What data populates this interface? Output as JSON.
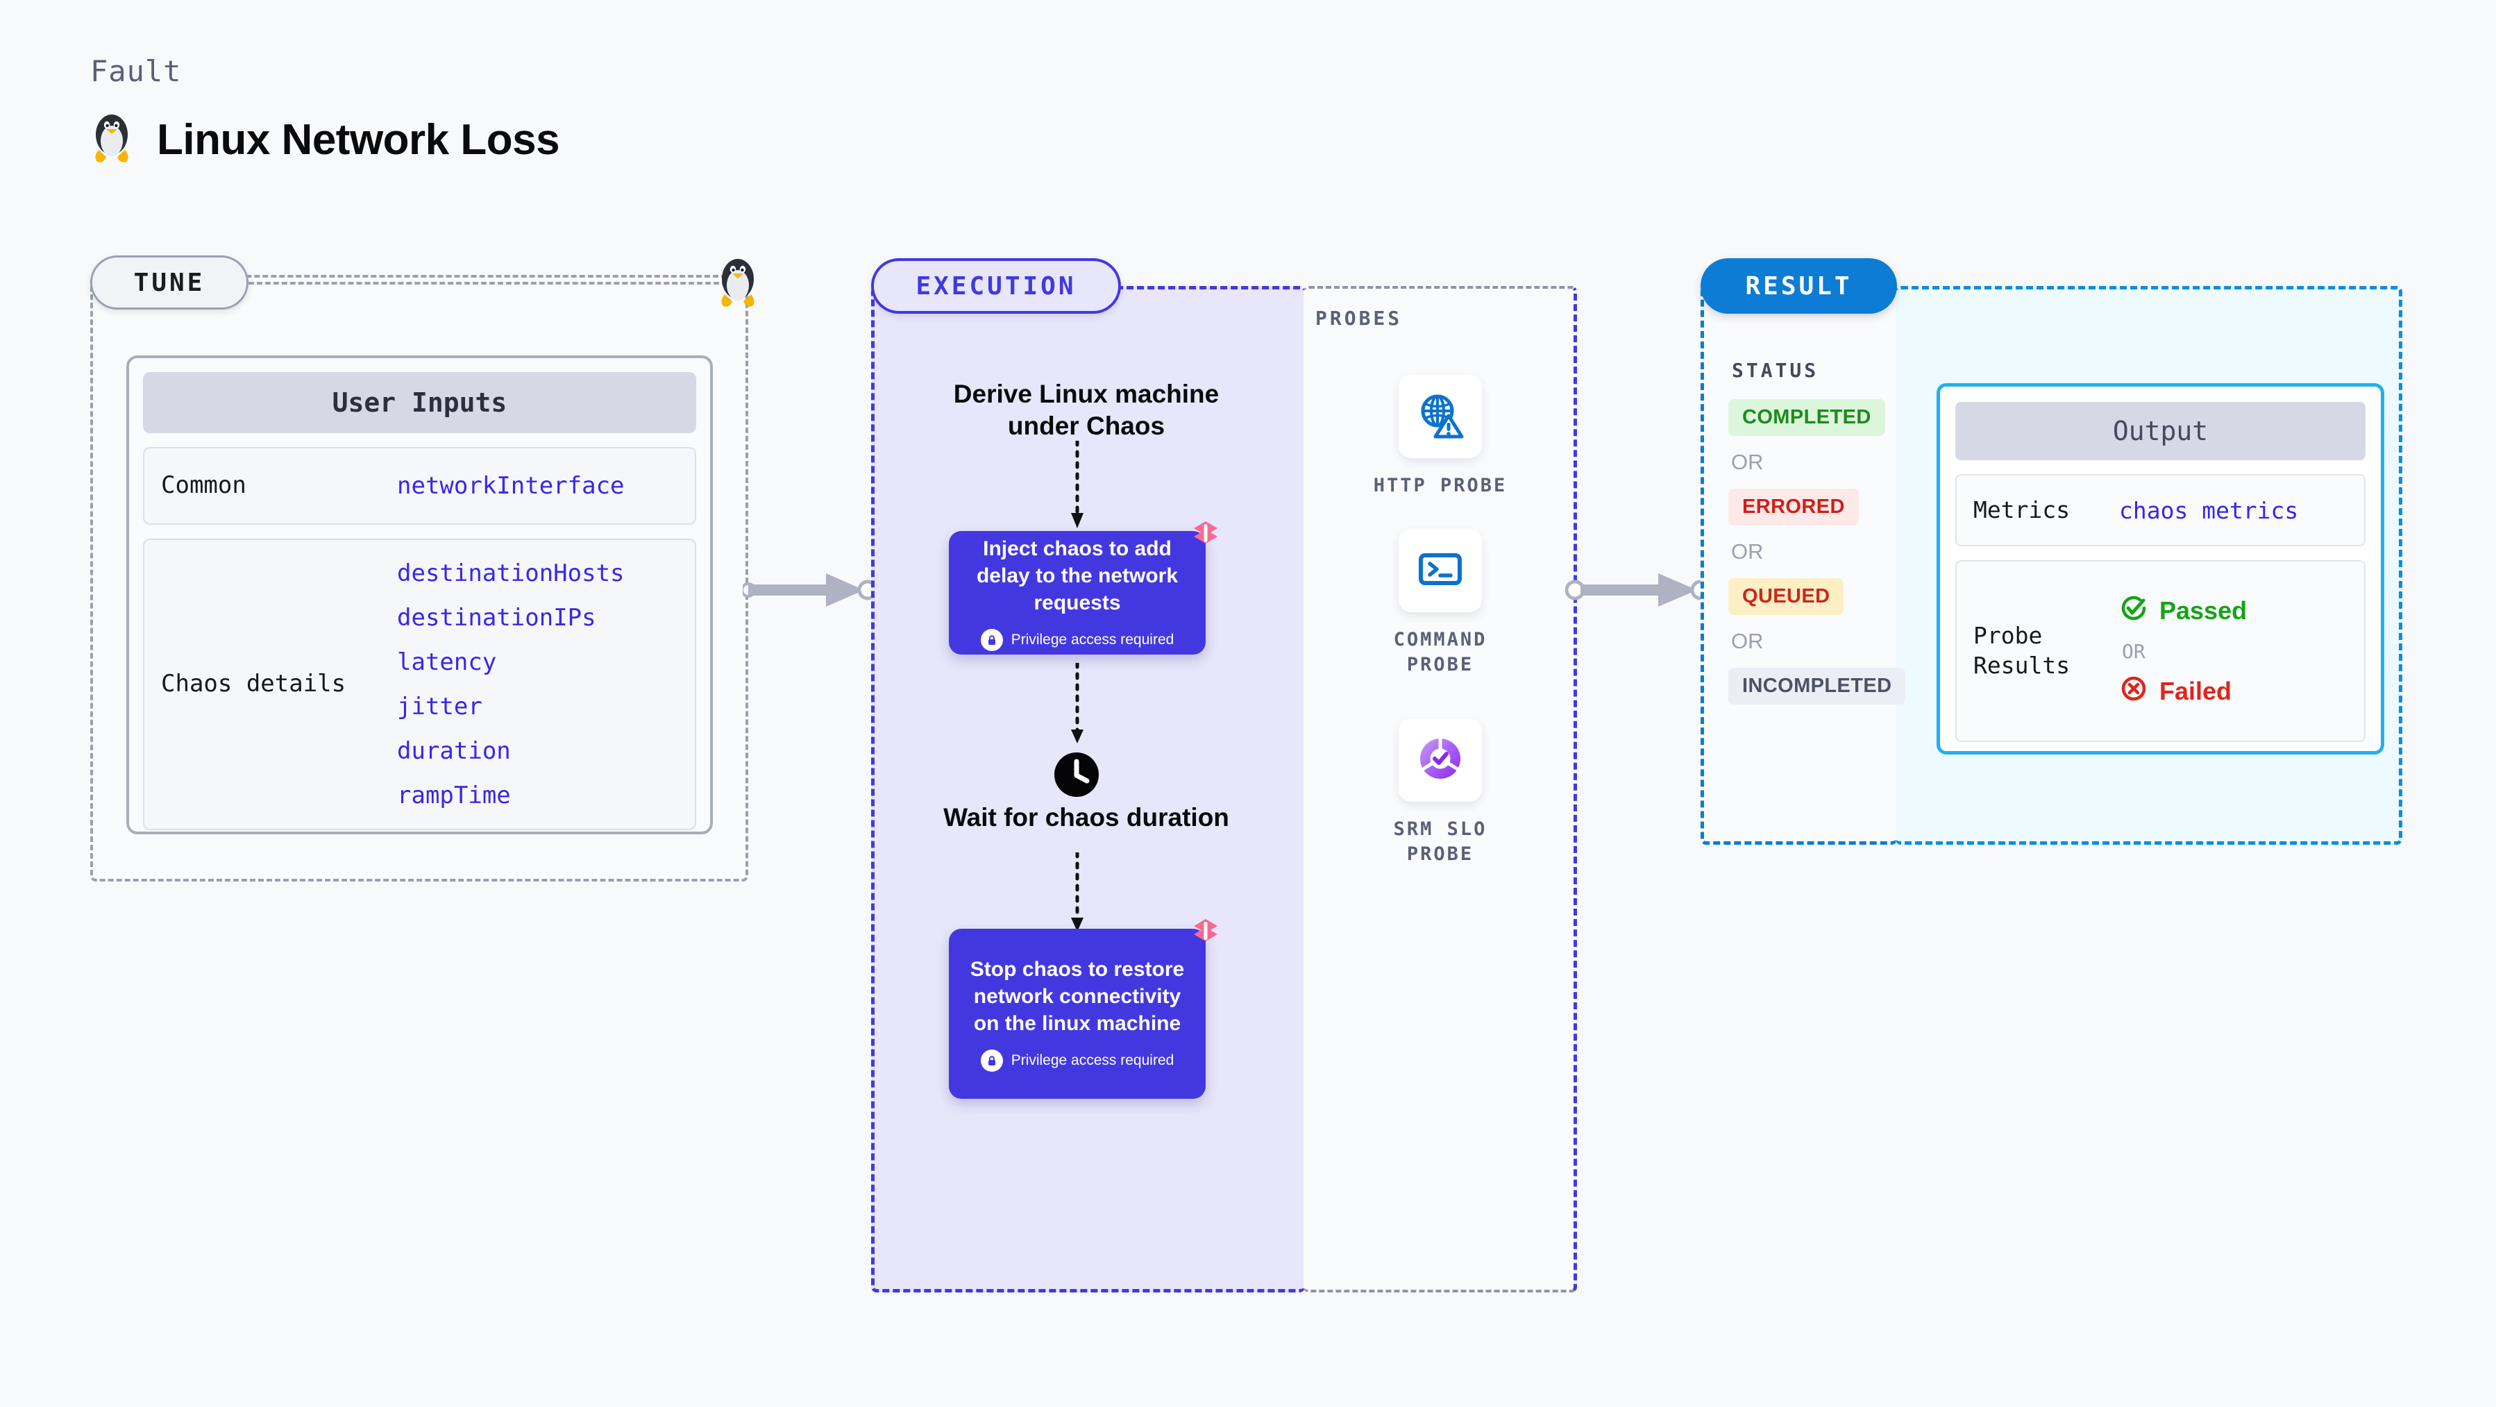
{
  "header": {
    "kicker": "Fault",
    "title": "Linux Network Loss",
    "icon": "linux-penguin-icon"
  },
  "tune": {
    "pill_label": "TUNE",
    "card_title": "User Inputs",
    "rows": [
      {
        "label": "Common",
        "values": [
          "networkInterface"
        ]
      },
      {
        "label": "Chaos details",
        "values": [
          "destinationHosts",
          "destinationIPs",
          "latency",
          "jitter",
          "duration",
          "rampTime"
        ]
      }
    ]
  },
  "execution": {
    "pill_label": "EXECUTION",
    "derive_title": "Derive Linux machine under Chaos",
    "nodes": [
      {
        "title": "Inject chaos to add delay to the network requests",
        "privilege": "Privilege access required"
      },
      {
        "title": "Stop chaos to restore network connectivity on the linux machine",
        "privilege": "Privilege access required"
      }
    ],
    "wait_label": "Wait for chaos duration"
  },
  "probes": {
    "heading": "PROBES",
    "items": [
      {
        "label": "HTTP PROBE",
        "icon": "globe-warning-icon"
      },
      {
        "label": "COMMAND PROBE",
        "icon": "terminal-icon"
      },
      {
        "label": "SRM SLO PROBE",
        "icon": "slo-check-icon"
      }
    ]
  },
  "result": {
    "pill_label": "RESULT",
    "status_heading": "STATUS",
    "or_label": "OR",
    "statuses": [
      {
        "label": "COMPLETED",
        "color": "#1d8a1d",
        "bg": "#dcf6dc"
      },
      {
        "label": "ERRORED",
        "color": "#cf1f18",
        "bg": "#fde9e8"
      },
      {
        "label": "QUEUED",
        "color": "#c8281f",
        "bg": "#fdefc4"
      },
      {
        "label": "INCOMPLETED",
        "color": "#4c5264",
        "bg": "#eceef6"
      }
    ],
    "output": {
      "card_title": "Output",
      "metrics_label": "Metrics",
      "metrics_value": "chaos metrics",
      "probe_results_label": "Probe Results",
      "passed_label": "Passed",
      "failed_label": "Failed",
      "or_label": "OR"
    }
  },
  "colors": {
    "background": "#f8f9fb",
    "tune_border": "#9aa0b0",
    "execution_accent": "#4338e0",
    "execution_fill": "#e7e6fb",
    "result_accent": "#0c7cd5",
    "output_fill": "#edfaff",
    "link_text": "#3a26e8",
    "litmus_pink": "#f9688f"
  }
}
